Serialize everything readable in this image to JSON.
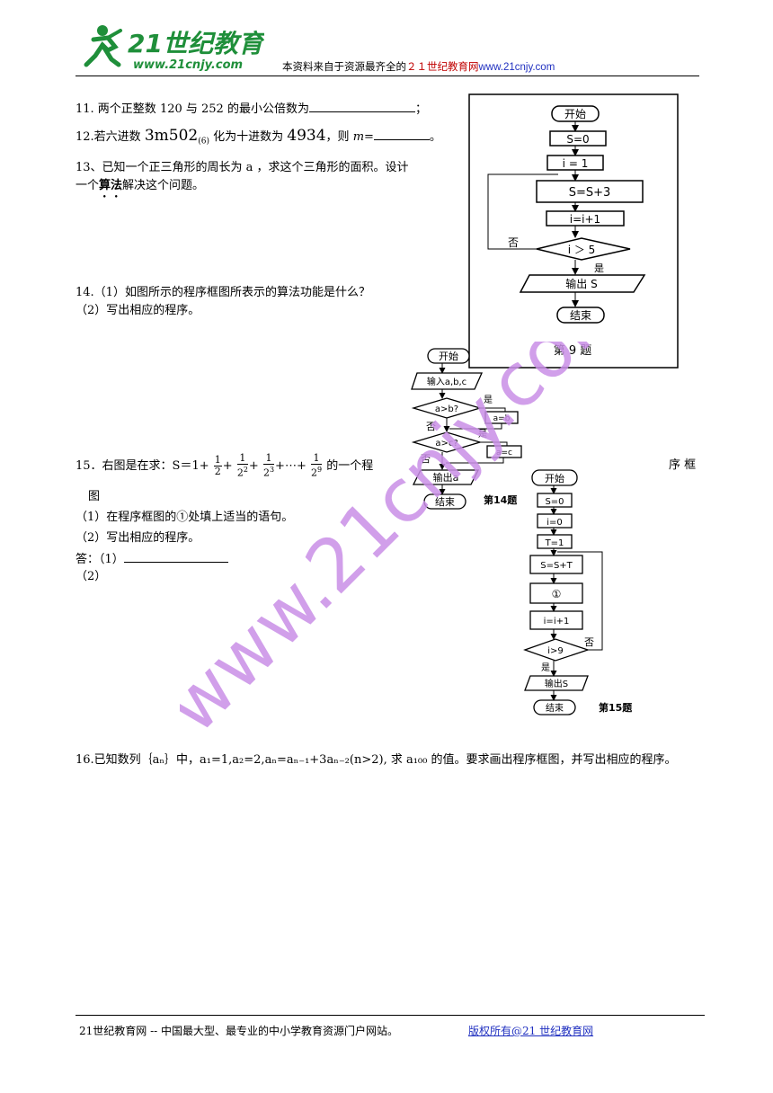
{
  "header": {
    "logo_brand": "21世纪教育",
    "logo_url": "www.21cnjy.com",
    "source_prefix": "本资料来自于资源最齐全的",
    "source_site": "２１世纪教育网",
    "source_url": "www.21cnjy.com"
  },
  "watermark": "www.21cnjy.com",
  "questions": {
    "q11": {
      "text": "11. 两个正整数 120 与 252 的最小公倍数为",
      "end": "；"
    },
    "q12": {
      "prefix": "12.若六进数",
      "number": "3m502",
      "base": "(6)",
      "middle": "化为十进数为",
      "value": "4934",
      "suffix": "，则",
      "var": "m",
      "eq": "=",
      "end": "。"
    },
    "q13": {
      "line1": "13、已知一个正三角形的周长为 a ，求这个三角形的面积。设计",
      "line2_pre": "一个",
      "line2_bold": "算法",
      "line2_post": "解决这个问题。"
    },
    "q14": {
      "line1": "14.（1）如图所示的程序框图所表示的算法功能是什么？",
      "line2": "（2）写出相应的程序。"
    },
    "q15": {
      "prefix": "15．右图是在求：S＝1+",
      "plus": "+",
      "dots": "+⋯+",
      "one": "1",
      "d1": "2",
      "d2": "2",
      "e2": "2",
      "d3": "2",
      "e3": "3",
      "d9": "2",
      "e9": "9",
      "tail": "的一个程",
      "right": "序 框",
      "wrap": "图",
      "s1": "（1）在程序框图的①处填上适当的语句。",
      "s2": "（2）写出相应的程序。",
      "ans1": "答：（1）",
      "ans2": "（2）"
    },
    "q16": {
      "text": "16.已知数列｛aₙ｝中，a₁=1,a₂=2,aₙ=aₙ₋₁+3aₙ₋₂(n>2), 求 a₁₀₀ 的值。要求画出程序框图，并写出相应的程序。"
    }
  },
  "flow9": {
    "start": "开始",
    "s0": "S=0",
    "i1": "i = 1",
    "step": "S=S+3",
    "inc": "i=i+1",
    "cond": "i ＞ 5",
    "no": "否",
    "yes": "是",
    "out": "输出 S",
    "end": "结束",
    "caption": "第 9 题"
  },
  "flow14": {
    "start": "开始",
    "input": "输入a,b,c",
    "c1": "a>b?",
    "a1": "a=b",
    "c2": "a>c?",
    "a2": "a=c",
    "yes": "是",
    "no": "否",
    "out": "输出a",
    "end": "结束",
    "caption": "第14题"
  },
  "flow15": {
    "start": "开始",
    "s0": "S=0",
    "i0": "i=0",
    "t1": "T=1",
    "sum": "S=S+T",
    "blank": "①",
    "inc": "i=i+1",
    "cond": "i>9",
    "no": "否",
    "yes": "是",
    "out": "输出S",
    "end": "结束",
    "caption": "第15题"
  },
  "footer": {
    "left": "21世纪教育网 -- 中国最大型、最专业的中小学教育资源门户网站。",
    "right": "版权所有@21 世纪教育网"
  },
  "colors": {
    "watermark": "#c98ee6",
    "header_red": "#c00000",
    "link_blue": "#2030c0",
    "logo_green": "#1f8f3a"
  }
}
